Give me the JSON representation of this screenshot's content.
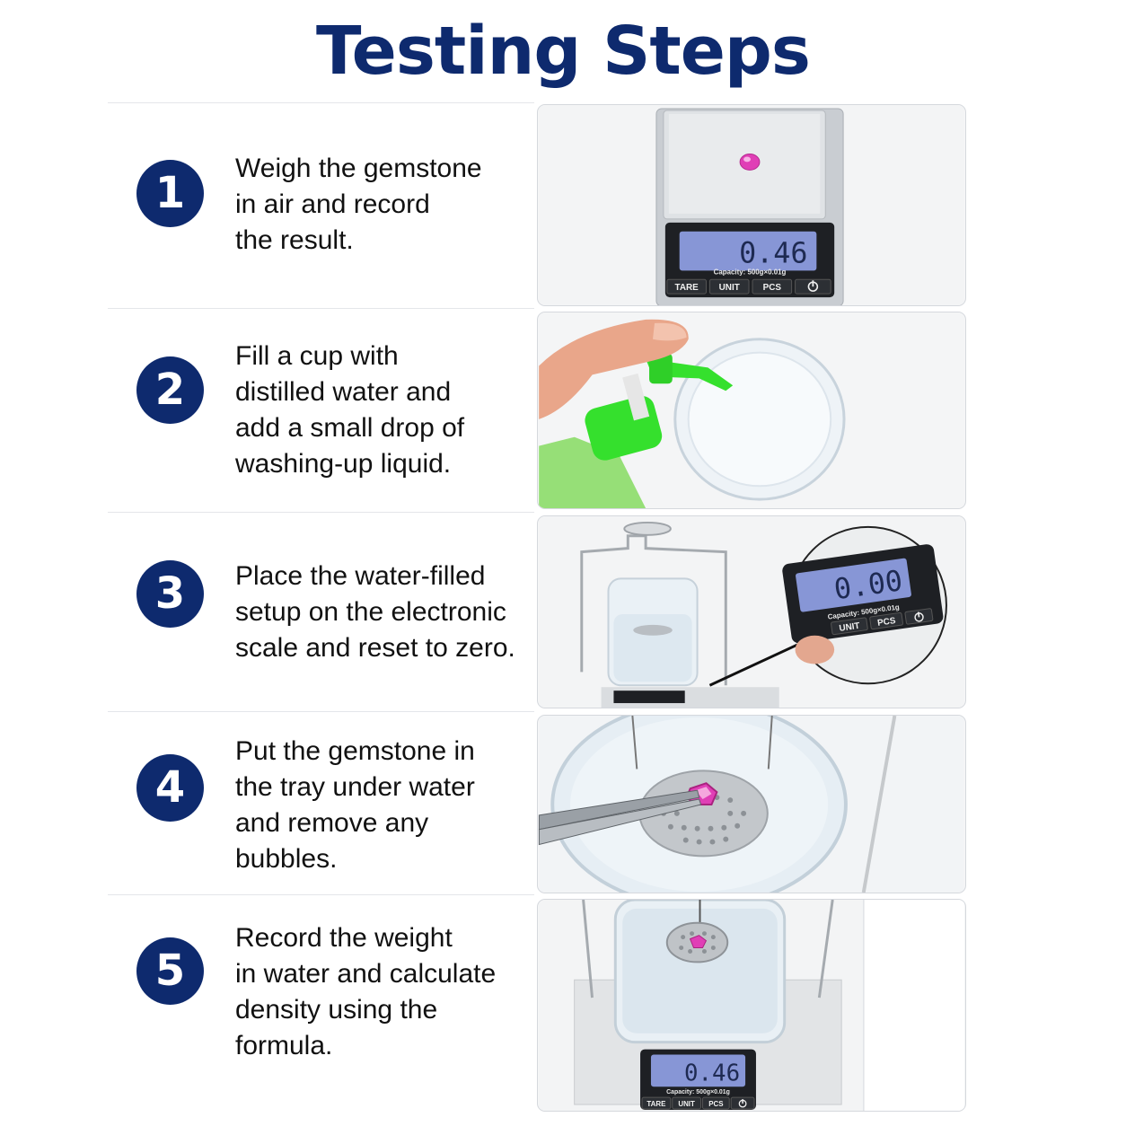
{
  "page": {
    "title": "Testing Steps"
  },
  "colors": {
    "title": "#0e2a6e",
    "badge": "#0e2a6e",
    "text": "#111111",
    "gem": "#e03fb6",
    "lcd": "#8796d6"
  },
  "steps": [
    {
      "number": "1",
      "lines": [
        "Weigh the gemstone",
        "in air and record",
        "the result."
      ],
      "photo": {
        "display": "0.46",
        "capacity": "Capacity: 500g×0.01g",
        "buttons": [
          "TARE",
          "UNIT",
          "PCS"
        ],
        "power_icon": "power-icon"
      }
    },
    {
      "number": "2",
      "lines": [
        "Fill a cup with",
        "distilled water and",
        "add a small drop of",
        "washing-up liquid."
      ]
    },
    {
      "number": "3",
      "lines": [
        "Place the water-filled",
        "setup on the electronic",
        "scale and reset to zero."
      ],
      "photo": {
        "display": "0.00",
        "capacity": "Capacity: 500g×0.01g",
        "buttons": [
          "UNIT",
          "PCS"
        ],
        "power_icon": "power-icon"
      }
    },
    {
      "number": "4",
      "lines": [
        "Put the gemstone in",
        "the tray under water",
        "and remove any",
        "bubbles."
      ]
    },
    {
      "number": "5",
      "lines": [
        "Record the weight",
        "in water and calculate",
        "density using the",
        "formula."
      ],
      "photo": {
        "display": "0.46",
        "capacity": "Capacity: 500g×0.01g",
        "buttons": [
          "TARE",
          "UNIT",
          "PCS"
        ],
        "power_icon": "power-icon"
      }
    }
  ]
}
